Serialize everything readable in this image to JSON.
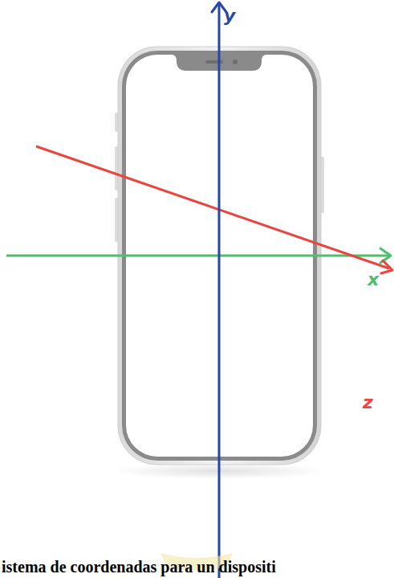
{
  "diagram": {
    "caption": "istema de coordenadas para un dispositi",
    "labels": [
      "y",
      "x",
      "z"
    ]
  }
}
